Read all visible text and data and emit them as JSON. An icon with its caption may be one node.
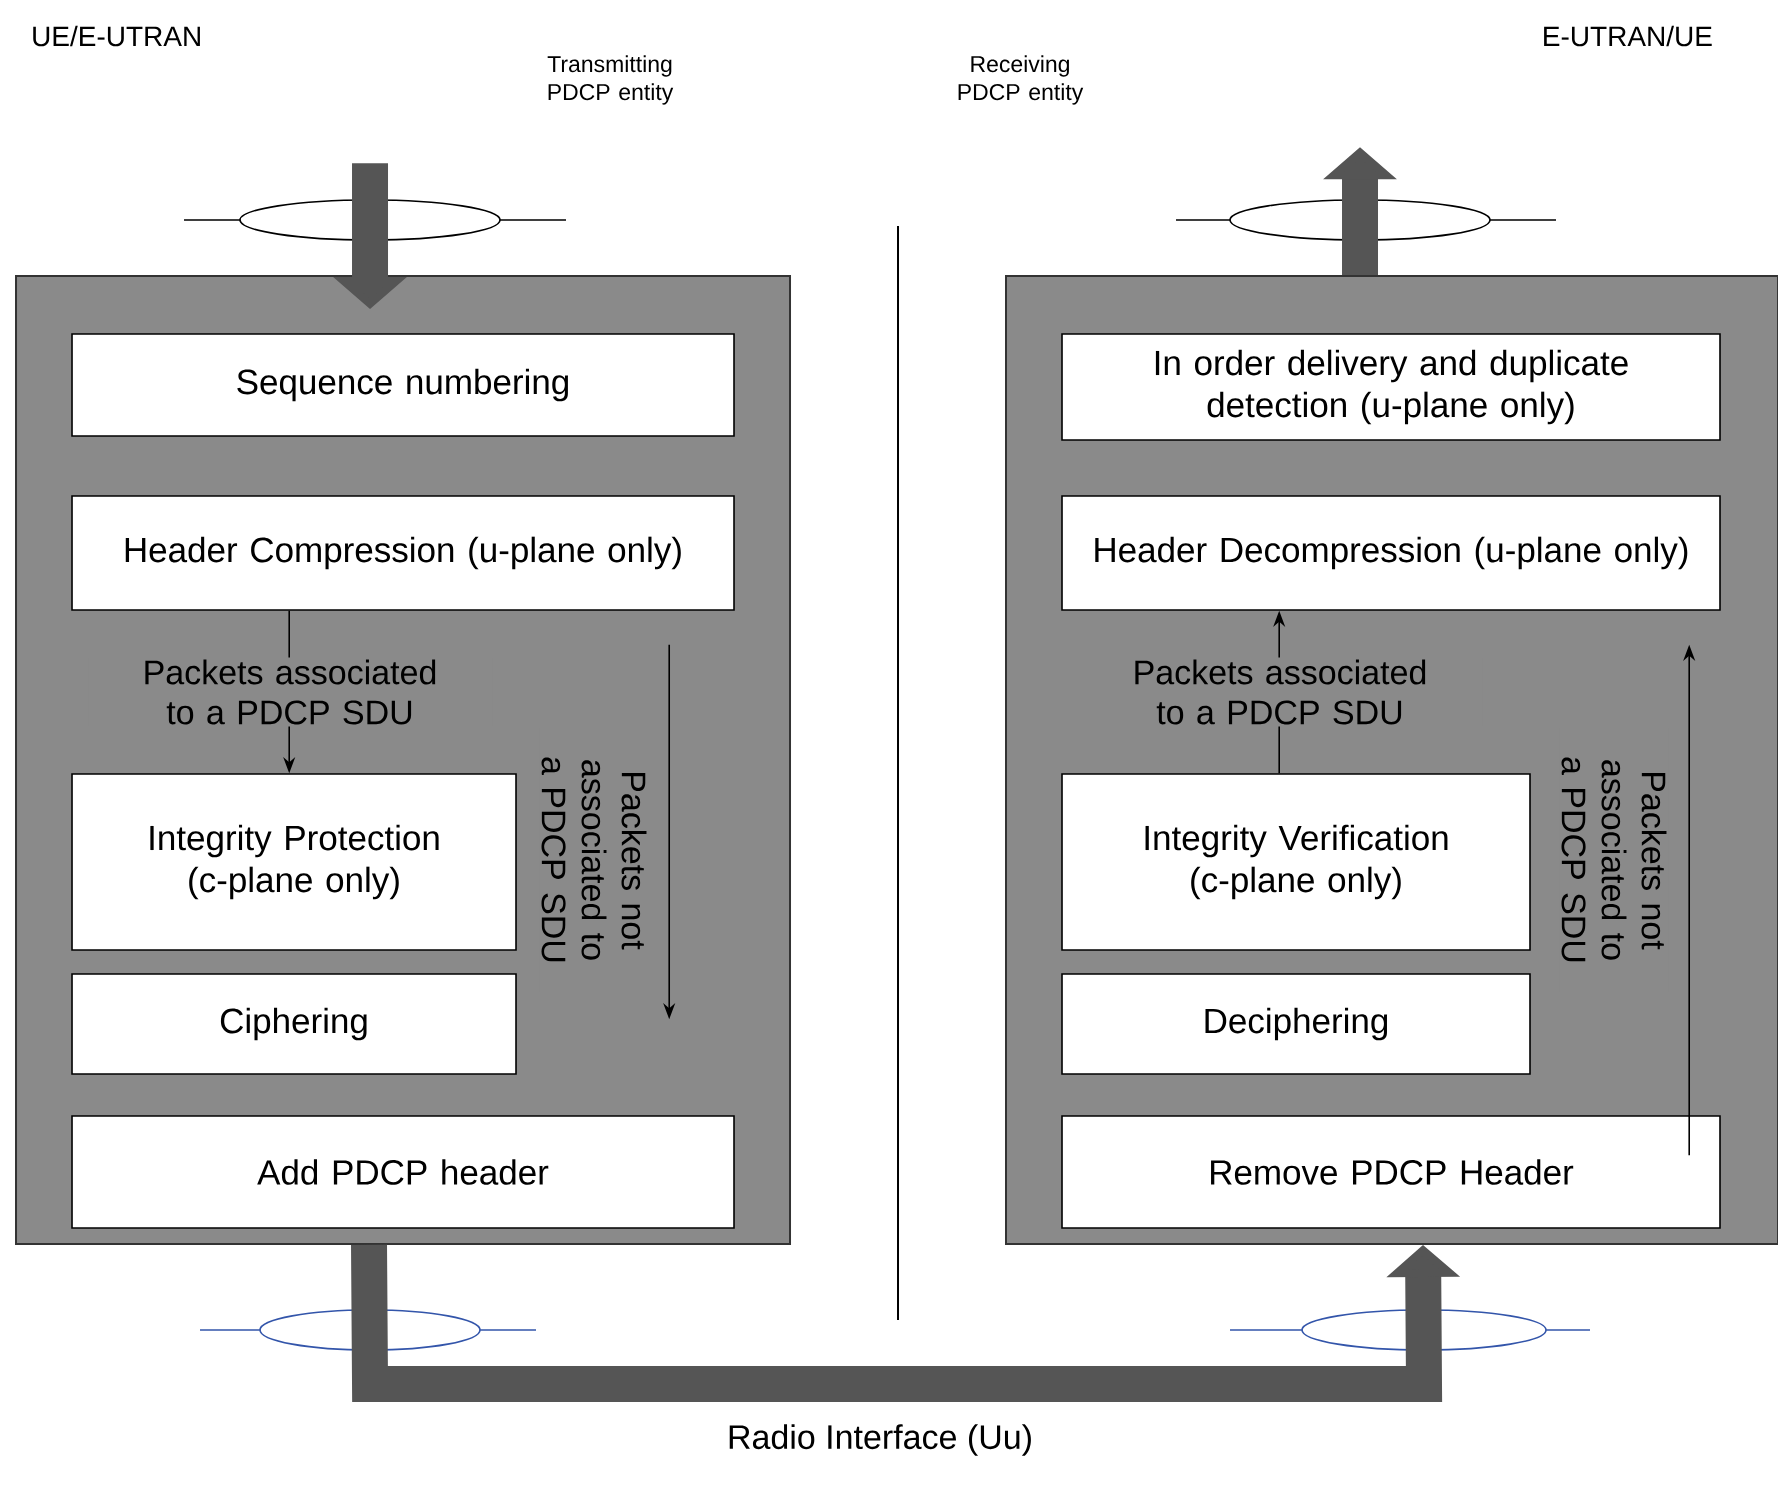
{
  "diagram": {
    "nodes": [
      {
        "text": [],
        "shape": "box"
      },
      {
        "text": [
          "Sequence numbering"
        ],
        "in": 0
      },
      {
        "text": [
          "Header Compression (u-plane only)"
        ],
        "in": 0
      },
      {
        "text": [
          "Integrity Protection (c-plane only)"
        ],
        "in": 0
      },
      {
        "text": [
          "Ciphering"
        ],
        "in": 0
      },
      {
        "text": [
          "Add PDCP header"
        ],
        "in": 0
      },
      {
        "text": [],
        "shape": "box"
      },
      {
        "text": [
          "In order delivery and duplicate detection (u-plane only)"
        ],
        "in": 6
      },
      {
        "text": [
          "Header Decompression (u-plane only)"
        ],
        "in": 6
      },
      {
        "text": [
          "Integrity Verification (c-plane only)"
        ],
        "in": 6
      },
      {
        "text": [
          "Deciphering"
        ],
        "in": 6
      },
      {
        "text": [
          "Remove PDCP Header"
        ],
        "in": 6
      },
      {
        "text": [],
        "shape": "ellipse"
      },
      {
        "text": [],
        "shape": "ellipse"
      }
    ],
    "edges": [
      {
        "from": 12,
        "to": 0,
        "arrow": "to",
        "style": "thick"
      },
      {
        "from": 2,
        "to": 3,
        "arrow": "to",
        "label": "Packets associated to a PDCP SDU"
      },
      {
        "from": 2,
        "to": 5,
        "arrow": "to",
        "label": "Packets not associated to a PDCP SDU"
      },
      {
        "from": 0,
        "to": 6,
        "arrow": "to",
        "style": "thick",
        "label": "Radio Interface (Uu)"
      },
      {
        "from": 9,
        "to": 8,
        "arrow": "to",
        "label": "Packets associated to a PDCP SDU"
      },
      {
        "from": 11,
        "to": 8,
        "arrow": "to",
        "label": "Packets not associated to a PDCP SDU"
      },
      {
        "from": 6,
        "to": 13,
        "arrow": "to",
        "style": "thick"
      }
    ],
    "labels": [
      "UE/E-UTRAN",
      "Transmitting PDCP entity",
      "Receiving PDCP entity",
      "E-UTRAN/UE"
    ]
  }
}
